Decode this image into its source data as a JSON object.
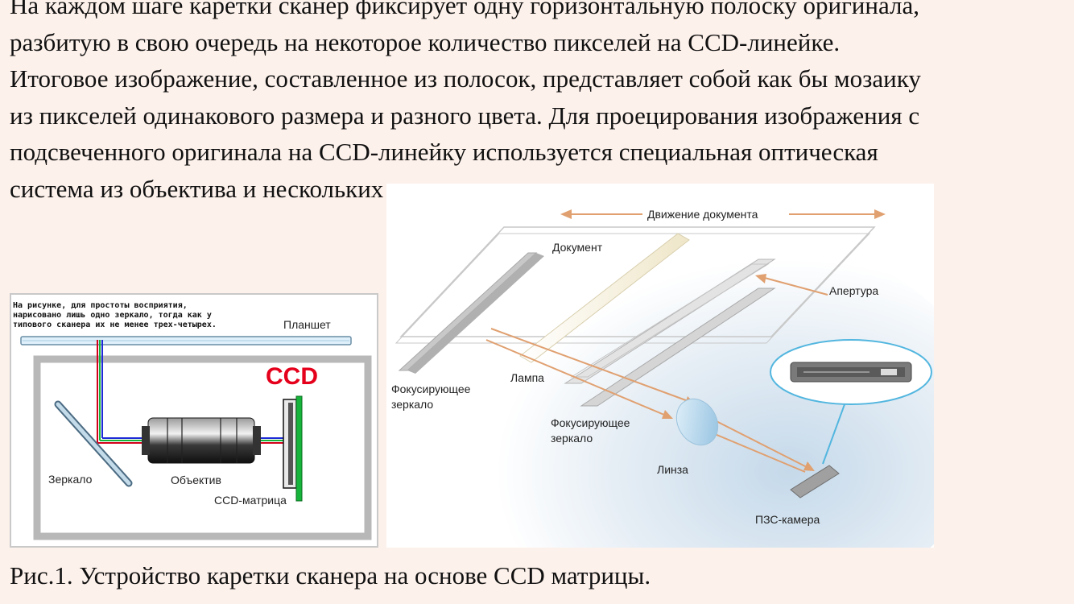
{
  "article": {
    "lines": [
      "На каждом шаге каретки сканер фиксирует одну горизонтальную полоску оригинала,",
      "разбитую в свою очередь на некоторое количество пикселей на CCD-линейке.",
      "Итоговое изображение, составленное из полосок, представляет собой как бы мозаику",
      "из пикселей одинакового размера и разного цвета. Для проецирования изображения с",
      "подсвеченного оригинала на CCD-линейку используется специальная оптическая",
      "система из объектива и нескольких зеркал."
    ]
  },
  "figure_left": {
    "note_lines": [
      "На рисунке, для простоты восприятия,",
      "нарисовано лишь одно зеркало, тогда как у",
      "типового сканера их не менее трех-четырех."
    ],
    "tablet_label": "Планшет",
    "ccd_label": "CCD",
    "mirror_label": "Зеркало",
    "lens_label": "Объектив",
    "matrix_label": "CCD-матрица",
    "colors": {
      "ccd_red": "#e5001b",
      "beam_red": "#d4001a",
      "beam_blue": "#1e2ad6",
      "beam_green": "#16b43a",
      "frame": "#b8b8b8"
    }
  },
  "figure_right": {
    "motion_label": "Движение документа",
    "document_label": "Документ",
    "aperture_label": "Апертура",
    "focus_mirror_label_1": "Фокусирующее\nзеркало",
    "lamp_label": "Лампа",
    "focus_mirror_label_2": "Фокусирующее\nзеркало",
    "lens_label": "Линза",
    "camera_label": "ПЗС-камера",
    "colors": {
      "arrow": "#e0a070",
      "outline": "#52b6df",
      "glow": "#c9dcec"
    }
  },
  "caption": "Рис.1. Устройство каретки сканера на основе CCD матрицы."
}
